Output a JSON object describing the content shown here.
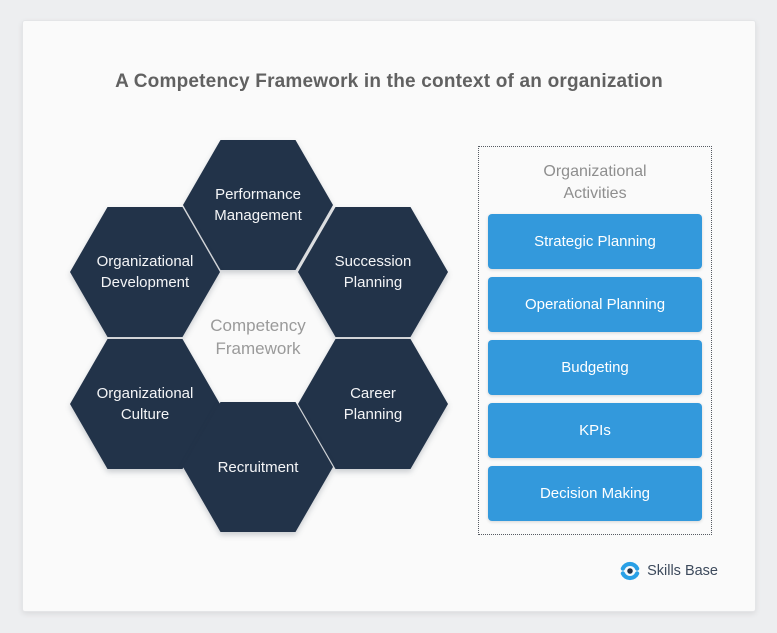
{
  "title": "A Competency Framework in the context of an organization",
  "diagram": {
    "center_label": "Competency\nFramework",
    "hexagons": [
      {
        "label": "Performance\nManagement"
      },
      {
        "label": "Organizational\nDevelopment"
      },
      {
        "label": "Succession\nPlanning"
      },
      {
        "label": "Organizational\nCulture"
      },
      {
        "label": "Career\nPlanning"
      },
      {
        "label": "Recruitment"
      }
    ]
  },
  "panel": {
    "title": "Organizational\nActivities",
    "items": [
      {
        "label": "Strategic Planning"
      },
      {
        "label": "Operational Planning"
      },
      {
        "label": "Budgeting"
      },
      {
        "label": "KPIs"
      },
      {
        "label": "Decision Making"
      }
    ]
  },
  "brand": {
    "name": "Skills Base",
    "icon": "skills-base-logo-icon"
  },
  "colors": {
    "hexagon": "#223349",
    "hexagon_text": "#f4f5f7",
    "activity_button": "#3399dc",
    "activity_text": "#ffffff",
    "brand_blue": "#29a0e6",
    "panel_title_text": "#8e8e8e",
    "center_label_text": "#9a9a9a",
    "title_text": "#616161"
  }
}
